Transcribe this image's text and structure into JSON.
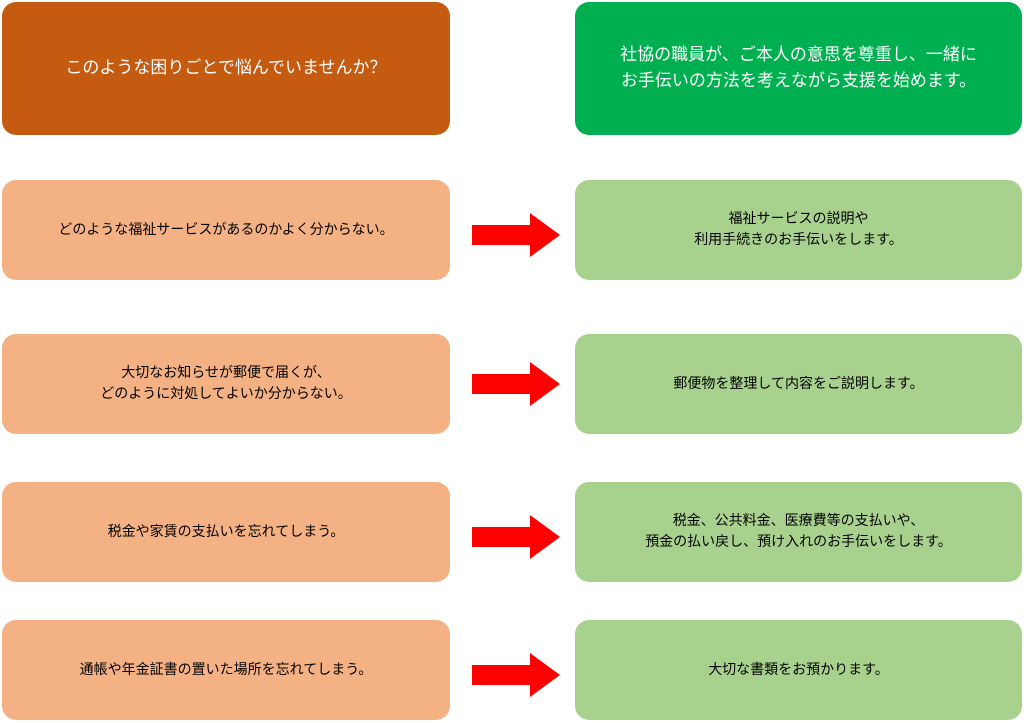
{
  "header": {
    "left": "このような困りごとで悩んでいませんか？",
    "right": "社協の職員が、ご本人の意思を尊重し、一緒に\nお手伝いの方法を考えながら支援を始めます。"
  },
  "rows": [
    {
      "problem": "どのような福祉サービスがあるのかよく分からない。",
      "solution": "福祉サービスの説明や\n利用手続きのお手伝いをします。"
    },
    {
      "problem": "大切なお知らせが郵便で届くが、\nどのように対処してよいか分からない。",
      "solution": "郵便物を整理して内容をご説明します。"
    },
    {
      "problem": "税金や家賃の支払いを忘れてしまう。",
      "solution": "税金、公共料金、医療費等の支払いや、\n預金の払い戻し、預け入れのお手伝いをします。"
    },
    {
      "problem": "通帳や年金証書の置いた場所を忘れてしまう。",
      "solution": "大切な書類をお預かります。"
    }
  ],
  "colors": {
    "header_left": "#c55a11",
    "header_right": "#00b050",
    "problem": "#f4b183",
    "solution": "#a9d18e",
    "arrow": "#ff0000"
  }
}
